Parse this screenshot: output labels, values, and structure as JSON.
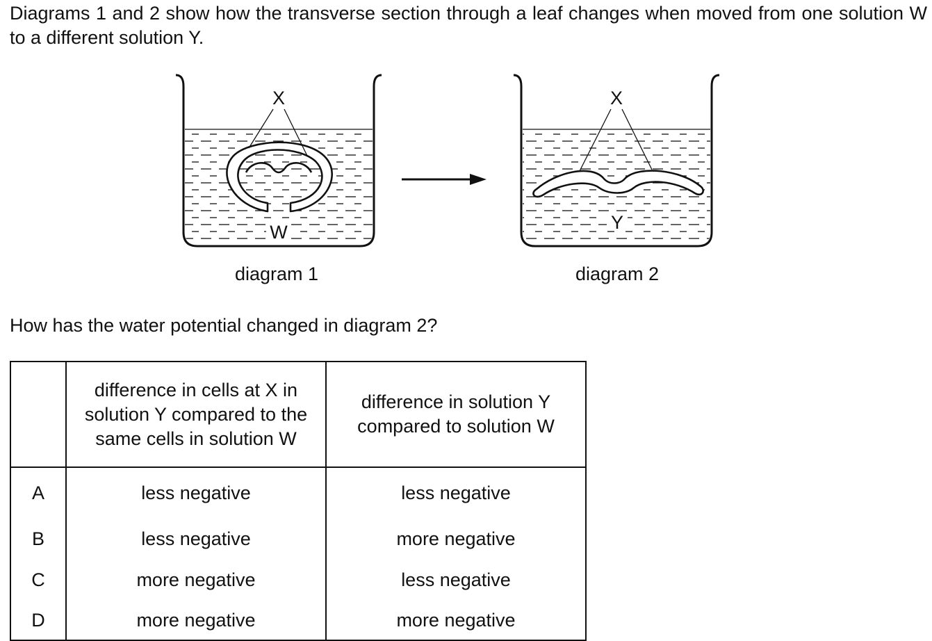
{
  "intro_text": "Diagrams 1 and 2 show how the transverse section through a leaf changes when moved from one solution W to a different solution Y.",
  "diagram1": {
    "pointer_label": "X",
    "solution_label": "W",
    "caption": "diagram 1"
  },
  "diagram2": {
    "pointer_label": "X",
    "solution_label": "Y",
    "caption": "diagram 2"
  },
  "question_text": "How has the water potential changed in diagram 2?",
  "table": {
    "headers": [
      "",
      "difference in cells at X in solution Y compared to the same cells in solution W",
      "difference in solution Y compared to solution W"
    ],
    "rows": [
      {
        "option": "A",
        "cells_x": "less negative",
        "solution_y": "less negative"
      },
      {
        "option": "B",
        "cells_x": "less negative",
        "solution_y": "more negative"
      },
      {
        "option": "C",
        "cells_x": "more negative",
        "solution_y": "less negative"
      },
      {
        "option": "D",
        "cells_x": "more negative",
        "solution_y": "more negative"
      }
    ]
  }
}
